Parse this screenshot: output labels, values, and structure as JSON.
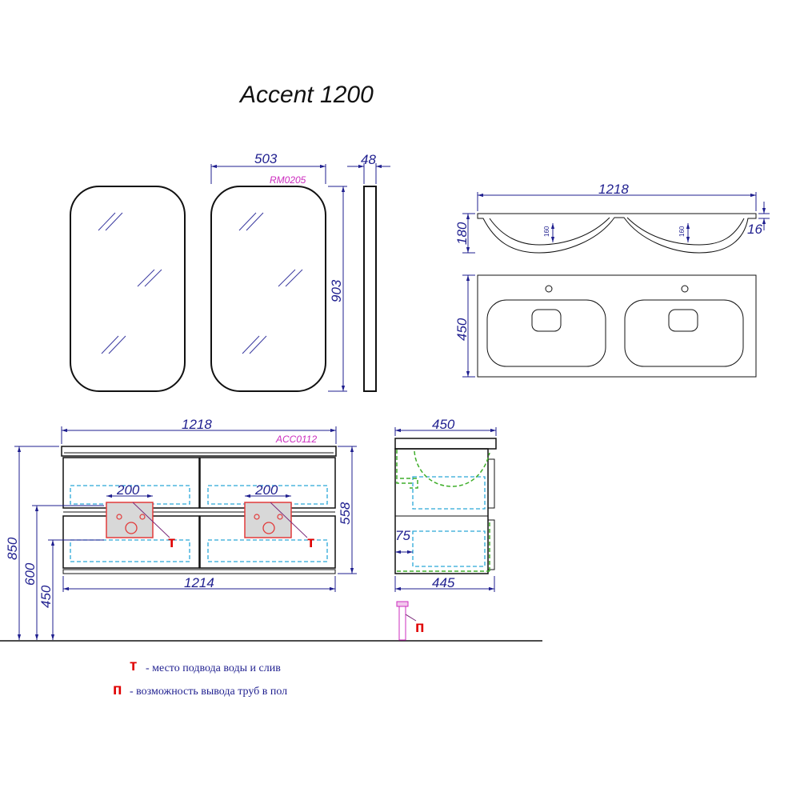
{
  "title": "Accent 1200",
  "mirror": {
    "code": "RM0205",
    "width": "503",
    "height": "903",
    "depth": "48"
  },
  "basin": {
    "width": "1218",
    "height": "180",
    "rim": "16",
    "bowl_depth_left": "160",
    "bowl_depth_right": "160",
    "depth": "450"
  },
  "cabinet": {
    "code": "ACC0112",
    "top_width": "1218",
    "bottom_width": "1214",
    "height": "558",
    "cutout_left": "200",
    "cutout_right": "200",
    "mark_t_left": "т",
    "mark_t_right": "т",
    "total_height": "850",
    "mount_600": "600",
    "mount_450": "450"
  },
  "side": {
    "depth_top": "450",
    "depth_bottom": "445",
    "drawer_offset": "75",
    "mark_p": "п"
  },
  "legend": [
    {
      "symbol": "т",
      "text": "- место подвода воды и слив"
    },
    {
      "symbol": "п",
      "text": "- возможность вывода труб в пол"
    }
  ],
  "colors": {
    "dimension": "#1f1f8f",
    "code": "#cc2dbf",
    "marker": "#e00000",
    "drawer_outline": "#2aa8d8",
    "siphon_outline": "#3fae2a"
  }
}
